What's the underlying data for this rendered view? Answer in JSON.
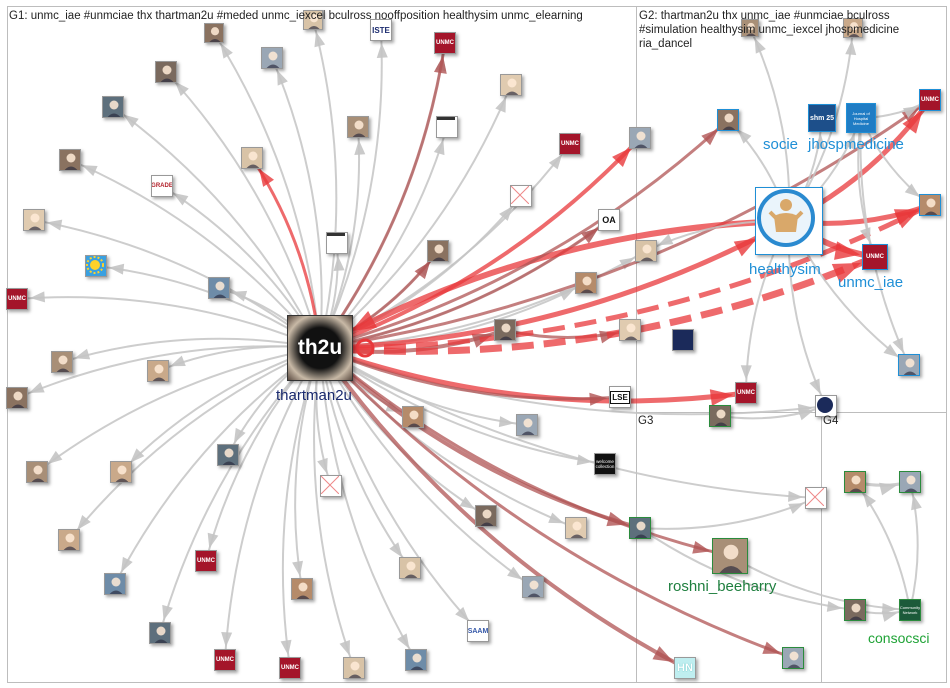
{
  "groups": [
    {
      "id": "g1",
      "text": "G1: unmc_iae #unmciae thx thartman2u #meded unmc_iexcel bculross nooffposition healthysim unmc_elearning"
    },
    {
      "id": "g2",
      "line1": "G2: thartman2u thx unmc_iae #unmciae bculross",
      "line2": "#simulation healthysim unmc_iexcel jhospmedicine",
      "line3": "ria_dancel"
    },
    {
      "id": "g3",
      "text": "G3"
    },
    {
      "id": "g4",
      "text": "G4"
    }
  ],
  "labels": {
    "hub": "thartman2u",
    "healthysim": "healthysim",
    "unmc_iae": "unmc_iae",
    "socie": "socie",
    "jhospmedicine": "jhospmedicine",
    "roshni": "roshni_beeharry",
    "consocsci": "consocsci"
  },
  "node_badges": {
    "hub_logo": "th2u",
    "unmc": "UNMC",
    "iste": "ISTE",
    "lse": "LSE",
    "saam": "SAAM",
    "grade": "GRADE",
    "oa": "OA",
    "hn": "HN",
    "welcome": "welcome collection",
    "shm": "shm 25",
    "jhm": "Journal of Hospital Medicine",
    "ccsn": "Community Network"
  },
  "colors": {
    "red_edge": "#e8383b",
    "dark_red_edge": "#b05454",
    "gray_edge": "#c4c4c4",
    "g1_label": "#1a2a6e",
    "g2_label": "#1f8fd6",
    "g3_label": "#1f7f3f",
    "g4_label": "#1fa336",
    "unmc": "#a4152a"
  }
}
